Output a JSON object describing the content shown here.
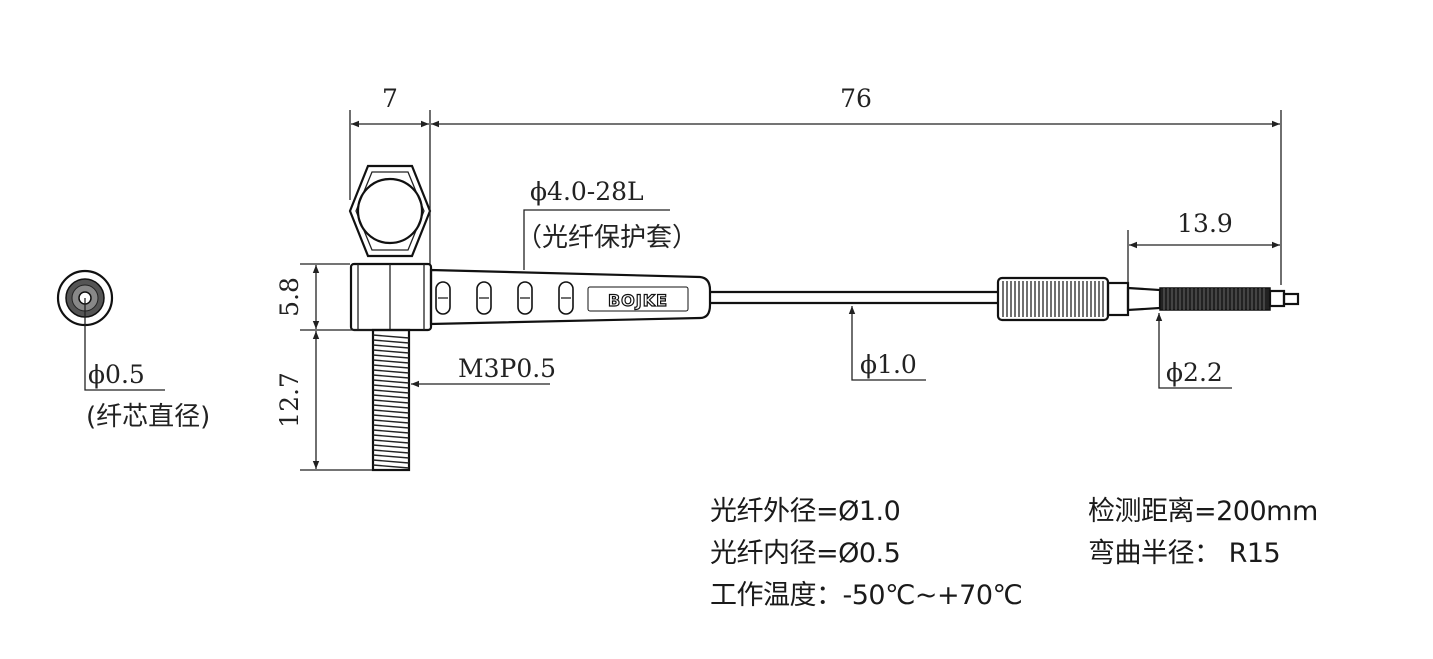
{
  "dimensions": {
    "nut_width": "7",
    "overall_length": "76",
    "sleeve_spec": "ϕ4.0-28L",
    "sleeve_note": "（光纤保护套）",
    "tip_length": "13.9",
    "head_height": "5.8",
    "thread_length": "12.7",
    "thread_spec": "M3P0.5",
    "fiber_dia": "ϕ1.0",
    "tip_dia": "ϕ2.2",
    "core_dia": "ϕ0.5",
    "core_note": "(纤芯直径)"
  },
  "brand_label": "BOJKE",
  "specs": {
    "outer_dia": "光纤外径=Ø1.0",
    "inner_dia": "光纤内径=Ø0.5",
    "temperature": "工作温度：-50℃~+70℃",
    "distance": "检测距离=200mm",
    "bend_radius": "弯曲半径： R15"
  }
}
